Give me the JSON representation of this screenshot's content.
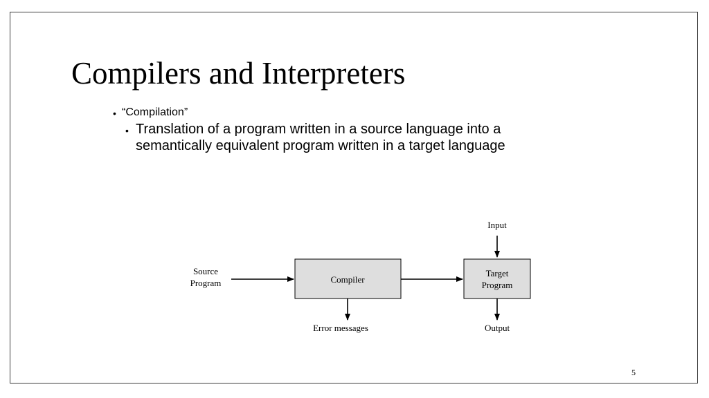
{
  "slide": {
    "title": "Compilers and Interpreters",
    "bullets": [
      {
        "level": 1,
        "text": "“Compilation”"
      },
      {
        "level": 2,
        "lines": [
          "Translation of a program written in a source language into a",
          "semantically equivalent program written in a target language"
        ]
      }
    ],
    "page_number": "5"
  },
  "diagram": {
    "source_label_lines": [
      "Source",
      "Program"
    ],
    "compiler_label": "Compiler",
    "error_label": "Error messages",
    "input_label": "Input",
    "target_label_lines": [
      "Target",
      "Program"
    ],
    "output_label": "Output",
    "box_fill": "#dedede",
    "stroke": "#000000"
  }
}
